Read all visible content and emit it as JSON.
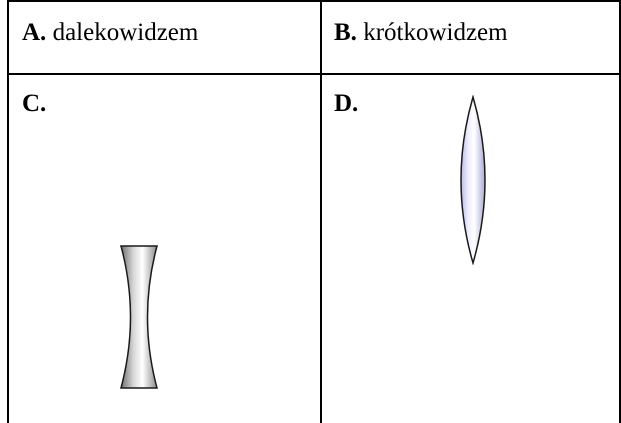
{
  "options": [
    {
      "letter": "A.",
      "text": "dalekowidzem"
    },
    {
      "letter": "B.",
      "text": "krótkowidzem"
    },
    {
      "letter": "C.",
      "text": "",
      "icon": "concave-lens-icon"
    },
    {
      "letter": "D.",
      "text": "",
      "icon": "convex-lens-icon"
    }
  ]
}
